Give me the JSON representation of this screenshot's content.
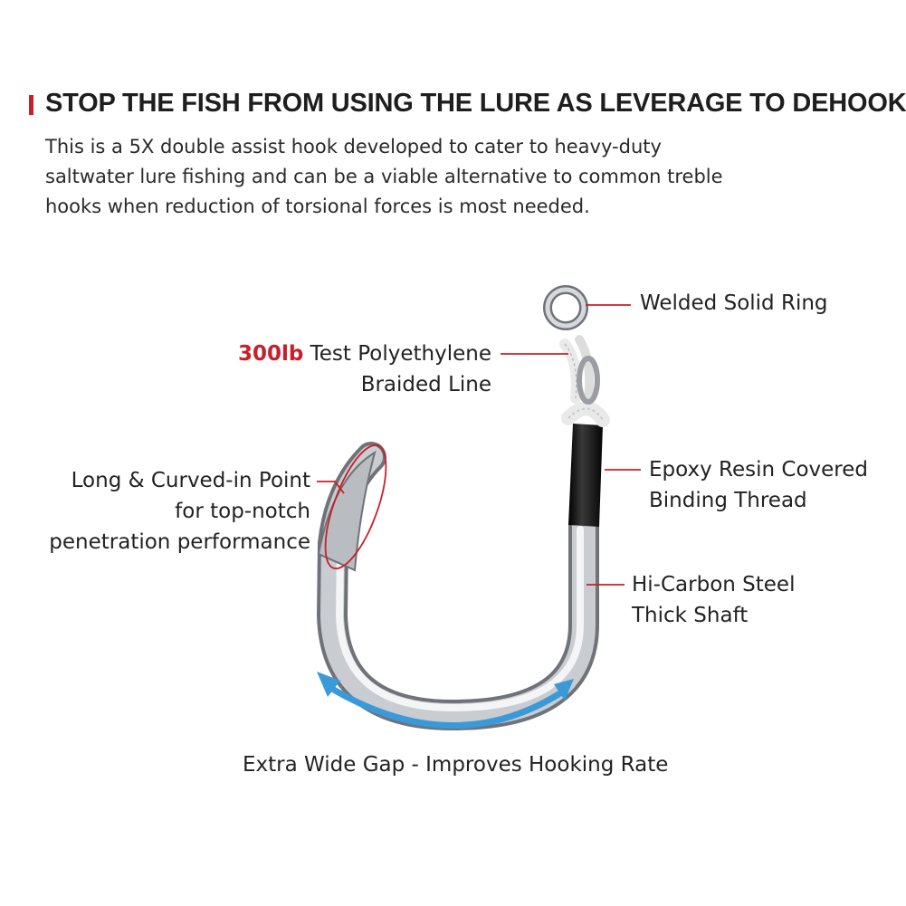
{
  "heading": "STOP THE FISH FROM USING THE LURE AS LEVERAGE TO DEHOOK",
  "description": [
    "This is a 5X double assist hook developed to cater to heavy-duty",
    "saltwater lure fishing and can be a viable alternative to common treble",
    "hooks when reduction of torsional forces is most needed."
  ],
  "callouts": {
    "ring": "Welded Solid Ring",
    "line": {
      "accent": "300lb",
      "rest": " Test Polyethylene",
      "line2": "Braided Line"
    },
    "epoxy": [
      "Epoxy Resin Covered",
      "Binding Thread"
    ],
    "point": [
      "Long & Curved-in Point",
      "for top-notch",
      "penetration performance"
    ],
    "shaft": [
      "Hi-Carbon Steel",
      "Thick Shaft"
    ],
    "gap": "Extra Wide Gap - Improves Hooking Rate"
  },
  "colors": {
    "accent": "#c8202a",
    "arrow": "#3a9ad9"
  }
}
